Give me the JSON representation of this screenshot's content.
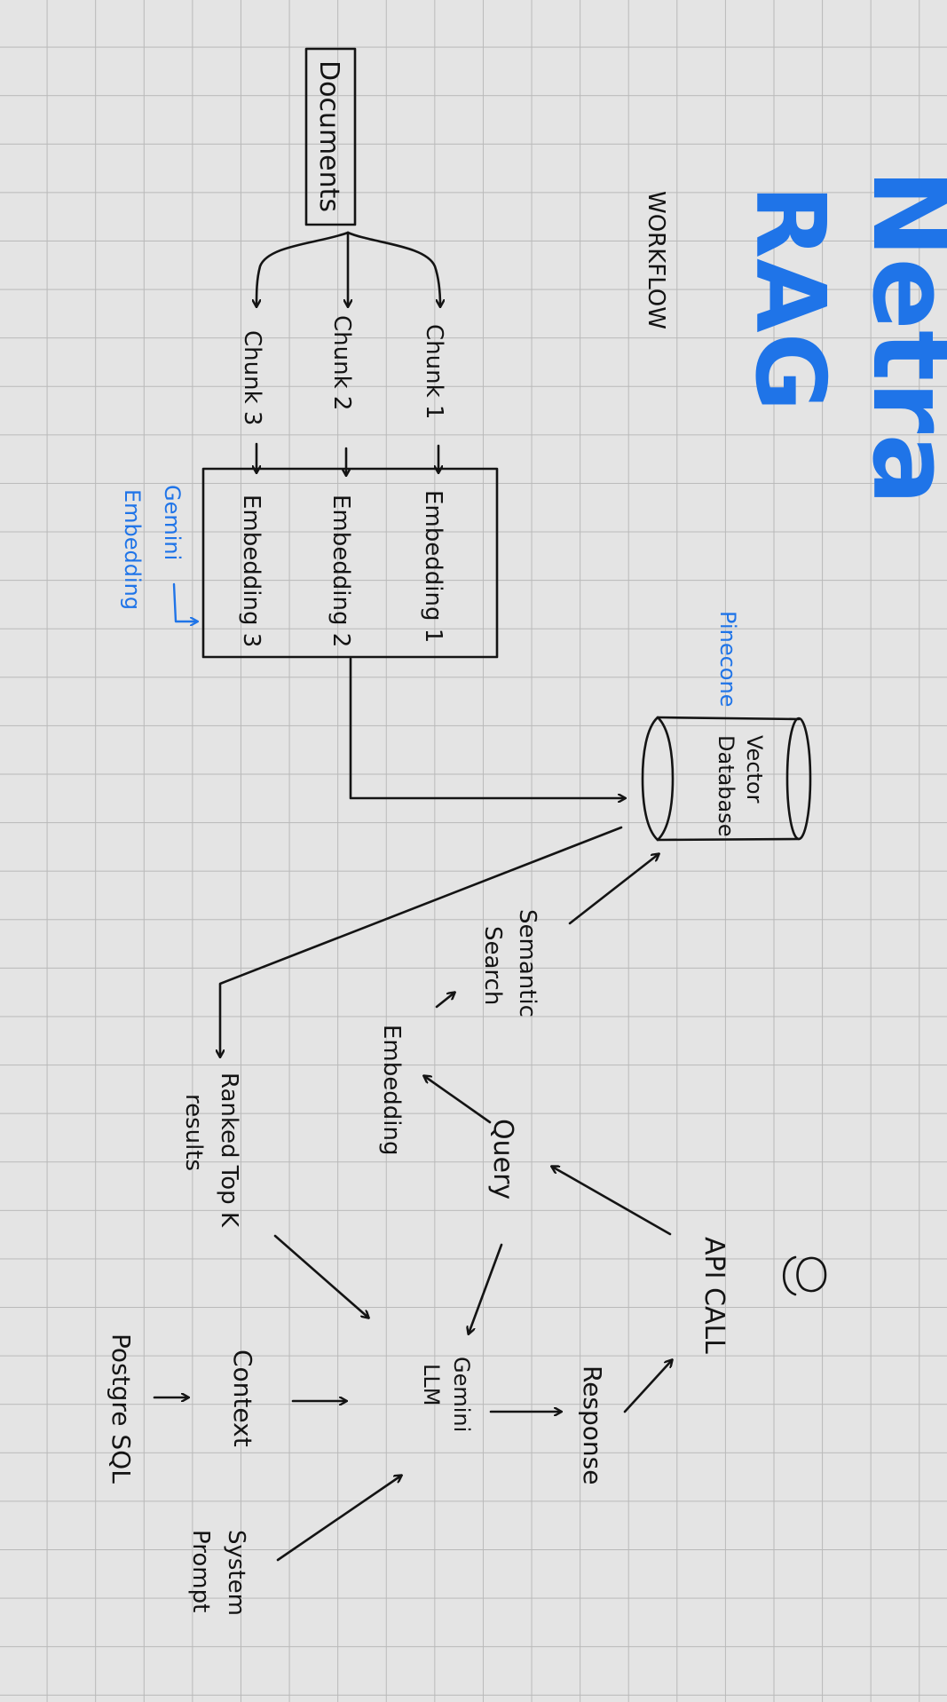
{
  "header": {
    "brand": "Netra",
    "title": "RAG",
    "subtitle": "WORKFLOW"
  },
  "nodes": {
    "documents": "Documents",
    "chunk_1": "Chunk 1",
    "chunk_2": "Chunk 2",
    "chunk_3": "Chunk 3",
    "embedding_1": "Embedding 1",
    "embedding_2": "Embedding 2",
    "embedding_3": "Embedding 3",
    "vector_db_line1": "Vector",
    "vector_db_line2": "Database",
    "semantic_search_line1": "Semantic",
    "semantic_search_line2": "Search",
    "query_embedding": "Embedding",
    "query": "Query",
    "ranked_line1": "Ranked Top K",
    "ranked_line2": "results",
    "api_call": "API CALL",
    "response": "Response",
    "llm_line1": "Gemini",
    "llm_line2": "LLM",
    "context": "Context",
    "postgres": "Postgre SQL",
    "system_prompt_line1": "System",
    "system_prompt_line2": "Prompt"
  },
  "annotations": {
    "gemini_embedding_line1": "Gemini",
    "gemini_embedding_line2": "Embedding",
    "pinecone": "Pinecone"
  },
  "colors": {
    "background": "#e4e4e4",
    "grid": "#b9b9b9",
    "ink": "#141414",
    "accent": "#1f74e8"
  }
}
